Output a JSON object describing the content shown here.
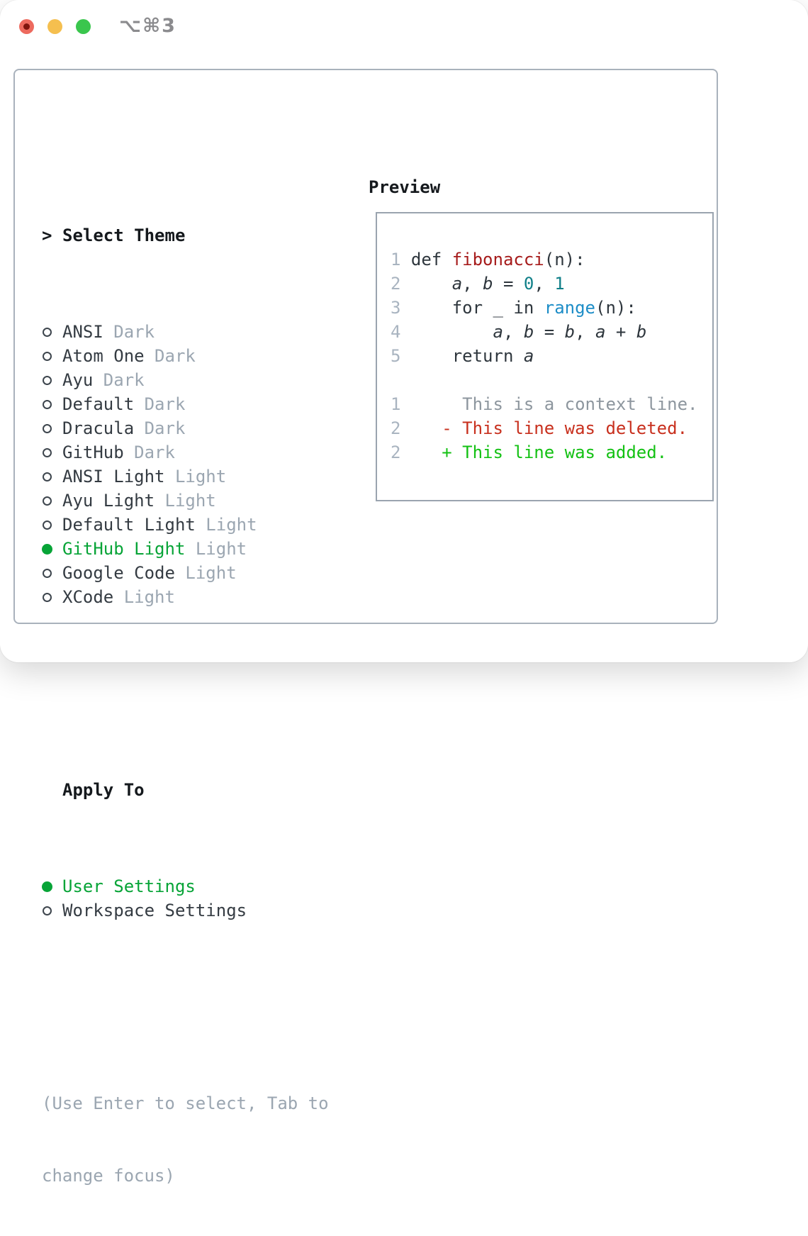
{
  "window": {
    "title": "⌥⌘3",
    "traffic_lights": [
      {
        "name": "close",
        "color": "#ed6a5e"
      },
      {
        "name": "minimize",
        "color": "#f5bf4f"
      },
      {
        "name": "zoom",
        "color": "#3ac64d"
      }
    ]
  },
  "theme_picker": {
    "prompt": ">",
    "header": "Select Theme",
    "themes": [
      {
        "name": "ANSI",
        "variant": "Dark",
        "selected": false
      },
      {
        "name": "Atom One",
        "variant": "Dark",
        "selected": false
      },
      {
        "name": "Ayu",
        "variant": "Dark",
        "selected": false
      },
      {
        "name": "Default",
        "variant": "Dark",
        "selected": false
      },
      {
        "name": "Dracula",
        "variant": "Dark",
        "selected": false
      },
      {
        "name": "GitHub",
        "variant": "Dark",
        "selected": false
      },
      {
        "name": "ANSI Light",
        "variant": "Light",
        "selected": false
      },
      {
        "name": "Ayu Light",
        "variant": "Light",
        "selected": false
      },
      {
        "name": "Default Light",
        "variant": "Light",
        "selected": false
      },
      {
        "name": "GitHub Light",
        "variant": "Light",
        "selected": true
      },
      {
        "name": "Google Code",
        "variant": "Light",
        "selected": false
      },
      {
        "name": "XCode",
        "variant": "Light",
        "selected": false
      }
    ]
  },
  "apply_to": {
    "header": "Apply To",
    "options": [
      {
        "label": "User Settings",
        "selected": true
      },
      {
        "label": "Workspace Settings",
        "selected": false
      }
    ]
  },
  "hint": {
    "line1": "(Use Enter to select, Tab to",
    "line2": "change focus)"
  },
  "preview": {
    "title": "Preview",
    "lines": [
      [
        {
          "t": "1 ",
          "c": "ln"
        },
        {
          "t": "def ",
          "c": "p"
        },
        {
          "t": "fibonacci",
          "c": "f"
        },
        {
          "t": "(n):",
          "c": "p"
        }
      ],
      [
        {
          "t": "2 ",
          "c": "ln"
        },
        {
          "t": "    ",
          "c": "p"
        },
        {
          "t": "a",
          "c": "v"
        },
        {
          "t": ", ",
          "c": "p"
        },
        {
          "t": "b",
          "c": "v"
        },
        {
          "t": " = ",
          "c": "p"
        },
        {
          "t": "0",
          "c": "n"
        },
        {
          "t": ", ",
          "c": "p"
        },
        {
          "t": "1",
          "c": "n"
        }
      ],
      [
        {
          "t": "3 ",
          "c": "ln"
        },
        {
          "t": "    for _ in ",
          "c": "p"
        },
        {
          "t": "range",
          "c": "b"
        },
        {
          "t": "(n):",
          "c": "p"
        }
      ],
      [
        {
          "t": "4 ",
          "c": "ln"
        },
        {
          "t": "        ",
          "c": "p"
        },
        {
          "t": "a",
          "c": "v"
        },
        {
          "t": ", ",
          "c": "p"
        },
        {
          "t": "b",
          "c": "v"
        },
        {
          "t": " = ",
          "c": "p"
        },
        {
          "t": "b",
          "c": "v"
        },
        {
          "t": ", ",
          "c": "p"
        },
        {
          "t": "a",
          "c": "v"
        },
        {
          "t": " + ",
          "c": "p"
        },
        {
          "t": "b",
          "c": "v"
        }
      ],
      [
        {
          "t": "5 ",
          "c": "ln"
        },
        {
          "t": "    return ",
          "c": "p"
        },
        {
          "t": "a",
          "c": "v"
        }
      ],
      [],
      [
        {
          "t": "1",
          "c": "ln"
        },
        {
          "t": "      ",
          "c": "p"
        },
        {
          "t": "This is a context line.",
          "c": "ctx"
        }
      ],
      [
        {
          "t": "2",
          "c": "ln"
        },
        {
          "t": "    ",
          "c": "p"
        },
        {
          "t": "- This line was deleted.",
          "c": "del"
        }
      ],
      [
        {
          "t": "2",
          "c": "ln"
        },
        {
          "t": "    ",
          "c": "p"
        },
        {
          "t": "+ This line was added.",
          "c": "add"
        }
      ]
    ]
  },
  "colors": {
    "selected_green": "#07a437",
    "added_green": "#13c113",
    "deleted_red": "#c8301e",
    "function_red": "#a61b1b",
    "builtin_blue": "#1d8dc7",
    "number_teal": "#0f7f88",
    "muted_gray": "#9ba6b1",
    "border_gray": "#a9b2bc"
  }
}
